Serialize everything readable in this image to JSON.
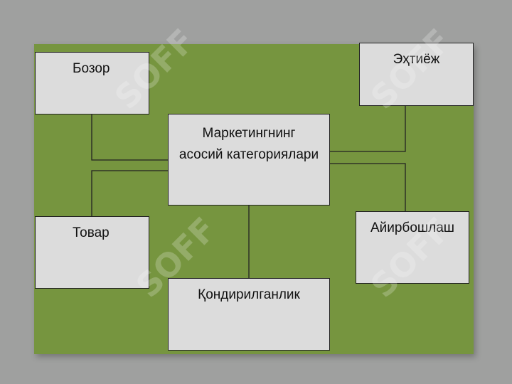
{
  "diagram": {
    "center": {
      "line1": "Маркетингнинг",
      "line2": "асосий категориялари"
    },
    "nodes": {
      "bozor": "Бозор",
      "ehtiyoj": "Эҳтиёж",
      "tovar": "Товар",
      "ayirboshlash": "Айирбошлаш",
      "qondirilganlik": "Қондирилганлик"
    }
  },
  "colors": {
    "background": "#9fa09f",
    "panel": "#76953f",
    "box_fill": "#dcdcdc",
    "line": "#222222"
  },
  "watermark": {
    "text": "SOFF"
  }
}
